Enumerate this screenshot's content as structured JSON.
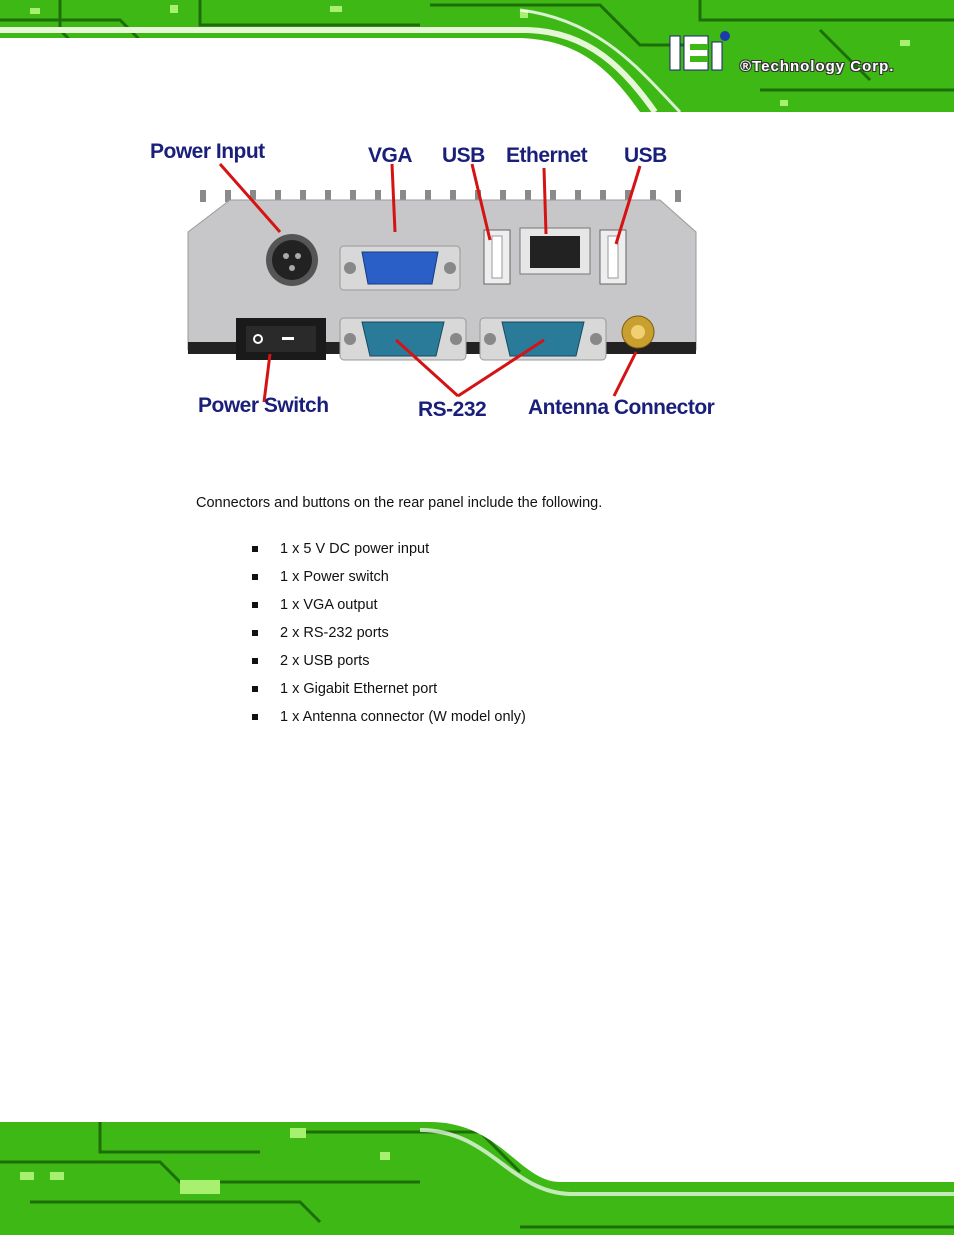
{
  "header": {
    "brand_text": "®Technology Corp."
  },
  "figure": {
    "callouts": {
      "power_input": "Power Input",
      "vga": "VGA",
      "usb_left": "USB",
      "ethernet": "Ethernet",
      "usb_right": "USB",
      "power_switch": "Power Switch",
      "rs232": "RS-232",
      "antenna": "Antenna Connector"
    }
  },
  "body": {
    "intro": "Connectors and buttons on the rear panel include the following.",
    "items": [
      "1 x 5 V DC power input",
      "1 x Power switch",
      "1 x VGA output",
      "2 x RS-232 ports",
      "2 x USB ports",
      "1 x Gigabit Ethernet port",
      "1 x Antenna connector (W model only)"
    ]
  },
  "colors": {
    "circuit_green": "#4fd21a",
    "dark_green": "#2a7a10",
    "callout_blue": "#1a1f7a",
    "arrow_red": "#d41414"
  }
}
